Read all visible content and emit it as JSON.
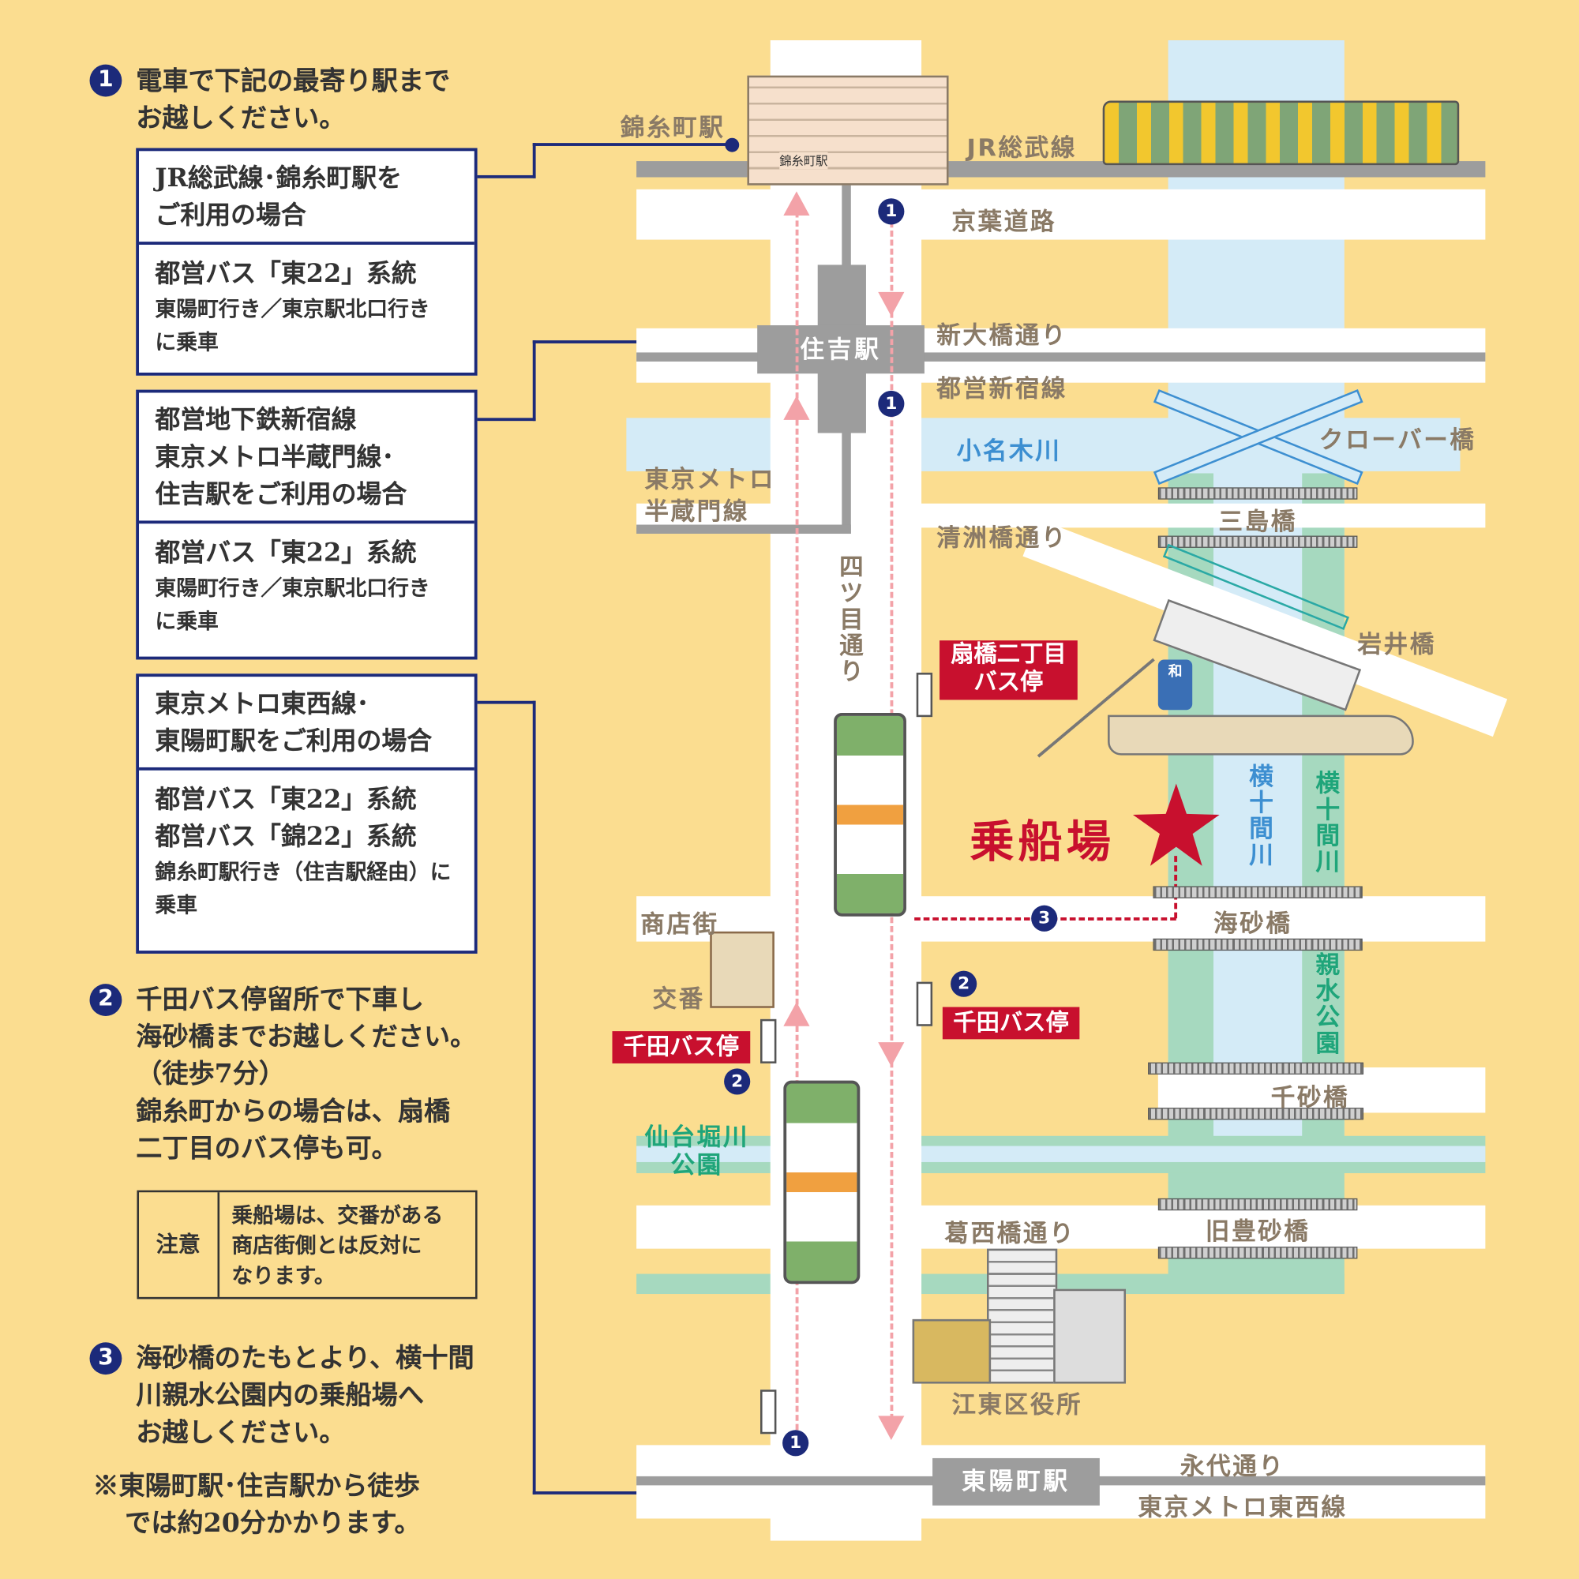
{
  "colors": {
    "background": "#fbdd90",
    "navy": "#1c2a7a",
    "accent_red": "#c8102e",
    "river": "#d4ebf7",
    "park": "#a6d9bf",
    "route_pink": "#f3a2a8"
  },
  "guide": {
    "step1": {
      "num": "1",
      "lines": [
        "電車で下記の最寄り駅まで",
        "お越しください。"
      ]
    },
    "boxes": [
      {
        "header": [
          "JR総武線･錦糸町駅を",
          "ご利用の場合"
        ],
        "bus": [
          "都営バス「東22」系統"
        ],
        "detail": [
          "東陽町行き／東京駅北口行き",
          "に乗車"
        ]
      },
      {
        "header": [
          "都営地下鉄新宿線",
          "東京メトロ半蔵門線･",
          "住吉駅をご利用の場合"
        ],
        "bus": [
          "都営バス「東22」系統"
        ],
        "detail": [
          "東陽町行き／東京駅北口行き",
          "に乗車"
        ]
      },
      {
        "header": [
          "東京メトロ東西線･",
          "東陽町駅をご利用の場合"
        ],
        "bus": [
          "都営バス「東22」系統",
          "都営バス「錦22」系統"
        ],
        "detail": [
          "錦糸町駅行き（住吉駅経由）に",
          "乗車"
        ]
      }
    ],
    "step2": {
      "num": "2",
      "lines": [
        "千田バス停留所で下車し",
        "海砂橋までお越しください。",
        "（徒歩7分）",
        "錦糸町からの場合は、扇橋",
        "二丁目のバス停も可。"
      ]
    },
    "note": {
      "label": "注意",
      "lines": [
        "乗船場は、交番がある",
        "商店街側とは反対に",
        "なります。"
      ]
    },
    "step3": {
      "num": "3",
      "lines": [
        "海砂橋のたもとより、横十間",
        "川親水公園内の乗船場へ",
        "お越しください。"
      ]
    },
    "footnote": [
      "※東陽町駅･住吉駅から徒歩",
      "では約20分かかります。"
    ]
  },
  "map": {
    "kinshicho": "錦糸町駅",
    "kinshicho_sign": "錦糸町駅",
    "jr_sobu": "JR総武線",
    "keiyo": "京葉道路",
    "sumiyoshi": "住吉駅",
    "shin_ohashi": "新大橋通り",
    "shinjuku_line": "都営新宿線",
    "onagi": "小名木川",
    "hanzomon": [
      "東京メトロ",
      "半蔵門線"
    ],
    "clover": "クローバー橋",
    "mishima": "三島橋",
    "kiyosu": "清洲橋通り",
    "iwai": "岩井橋",
    "yotsume": "四ツ目通り",
    "ogibashi_stop": [
      "扇橋二丁目",
      "バス停"
    ],
    "yokojukken_river": "横十間川",
    "yokojukken_park": "横十間川",
    "boarding": "乗船場",
    "shotengai": "商店街",
    "kaisabashi": "海砂橋",
    "koban": "交番",
    "senda_stop": "千田バス停",
    "senda_stop2": "千田バス停",
    "shinsui_park": "親水公園",
    "sensabashi": "千砂橋",
    "sendaibori": [
      "仙台堀川",
      "公園"
    ],
    "kasai": "葛西橋通り",
    "kyu_hosabashi": "旧豊砂橋",
    "koto_ward": "江東区役所",
    "toyocho": "東陽町駅",
    "eitai": "永代通り",
    "tozai": "東京メトロ東西線",
    "boat_mark": "和",
    "markers": {
      "one": "1",
      "two": "2",
      "three": "3"
    }
  }
}
